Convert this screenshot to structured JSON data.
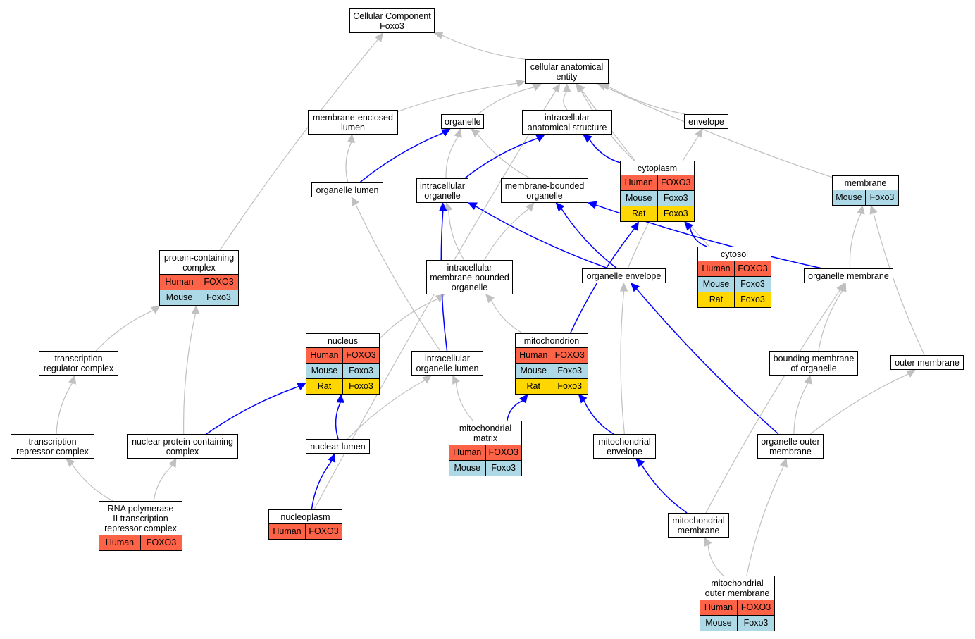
{
  "colors": {
    "is_a_edge": "#c0c0c0",
    "part_of_edge": "#0000ff",
    "human": "#ff6347",
    "mouse": "#add8e6",
    "rat": "#ffd700",
    "node_border": "#000000"
  },
  "nodes": [
    {
      "id": "root",
      "lines": [
        "Cellular Component",
        "Foxo3"
      ],
      "rows": []
    },
    {
      "id": "cae",
      "lines": [
        "cellular anatomical",
        "entity"
      ],
      "rows": []
    },
    {
      "id": "mel",
      "lines": [
        "membrane-enclosed",
        "lumen"
      ],
      "rows": []
    },
    {
      "id": "organelle",
      "lines": [
        "organelle"
      ],
      "rows": []
    },
    {
      "id": "ias",
      "lines": [
        "intracellular",
        "anatomical structure"
      ],
      "rows": []
    },
    {
      "id": "envelope",
      "lines": [
        "envelope"
      ],
      "rows": []
    },
    {
      "id": "olumen",
      "lines": [
        "organelle lumen"
      ],
      "rows": []
    },
    {
      "id": "iorg",
      "lines": [
        "intracellular",
        "organelle"
      ],
      "rows": []
    },
    {
      "id": "mbo",
      "lines": [
        "membrane-bounded",
        "organelle"
      ],
      "rows": []
    },
    {
      "id": "cytoplasm",
      "lines": [
        "cytoplasm"
      ],
      "rows": [
        {
          "species": "Human",
          "gene": "FOXO3"
        },
        {
          "species": "Mouse",
          "gene": "Foxo3"
        },
        {
          "species": "Rat",
          "gene": "Foxo3"
        }
      ]
    },
    {
      "id": "membrane",
      "lines": [
        "membrane"
      ],
      "rows": [
        {
          "species": "Mouse",
          "gene": "Foxo3"
        }
      ]
    },
    {
      "id": "pcc",
      "lines": [
        "protein-containing",
        "complex"
      ],
      "rows": [
        {
          "species": "Human",
          "gene": "FOXO3"
        },
        {
          "species": "Mouse",
          "gene": "Foxo3"
        }
      ]
    },
    {
      "id": "imbo",
      "lines": [
        "intracellular",
        "membrane-bounded",
        "organelle"
      ],
      "rows": []
    },
    {
      "id": "oenv",
      "lines": [
        "organelle envelope"
      ],
      "rows": []
    },
    {
      "id": "cytosol",
      "lines": [
        "cytosol"
      ],
      "rows": [
        {
          "species": "Human",
          "gene": "FOXO3"
        },
        {
          "species": "Mouse",
          "gene": "Foxo3"
        },
        {
          "species": "Rat",
          "gene": "Foxo3"
        }
      ]
    },
    {
      "id": "omem",
      "lines": [
        "organelle membrane"
      ],
      "rows": []
    },
    {
      "id": "trc",
      "lines": [
        "transcription",
        "regulator complex"
      ],
      "rows": []
    },
    {
      "id": "nucleus",
      "lines": [
        "nucleus"
      ],
      "rows": [
        {
          "species": "Human",
          "gene": "FOXO3"
        },
        {
          "species": "Mouse",
          "gene": "Foxo3"
        },
        {
          "species": "Rat",
          "gene": "Foxo3"
        }
      ]
    },
    {
      "id": "iol",
      "lines": [
        "intracellular",
        "organelle lumen"
      ],
      "rows": []
    },
    {
      "id": "mito",
      "lines": [
        "mitochondrion"
      ],
      "rows": [
        {
          "species": "Human",
          "gene": "FOXO3"
        },
        {
          "species": "Mouse",
          "gene": "Foxo3"
        },
        {
          "species": "Rat",
          "gene": "Foxo3"
        }
      ]
    },
    {
      "id": "bmo",
      "lines": [
        "bounding membrane",
        "of organelle"
      ],
      "rows": []
    },
    {
      "id": "outermem",
      "lines": [
        "outer membrane"
      ],
      "rows": []
    },
    {
      "id": "trepc",
      "lines": [
        "transcription",
        "repressor complex"
      ],
      "rows": []
    },
    {
      "id": "npcc",
      "lines": [
        "nuclear protein-containing",
        "complex"
      ],
      "rows": []
    },
    {
      "id": "nlumen",
      "lines": [
        "nuclear lumen"
      ],
      "rows": []
    },
    {
      "id": "mmatrix",
      "lines": [
        "mitochondrial",
        "matrix"
      ],
      "rows": [
        {
          "species": "Human",
          "gene": "FOXO3"
        },
        {
          "species": "Mouse",
          "gene": "Foxo3"
        }
      ]
    },
    {
      "id": "menv",
      "lines": [
        "mitochondrial",
        "envelope"
      ],
      "rows": []
    },
    {
      "id": "oom",
      "lines": [
        "organelle outer",
        "membrane"
      ],
      "rows": []
    },
    {
      "id": "rnapol",
      "lines": [
        "RNA polymerase",
        "II transcription",
        "repressor complex"
      ],
      "rows": [
        {
          "species": "Human",
          "gene": "FOXO3"
        }
      ]
    },
    {
      "id": "nucleoplasm",
      "lines": [
        "nucleoplasm"
      ],
      "rows": [
        {
          "species": "Human",
          "gene": "FOXO3"
        }
      ]
    },
    {
      "id": "mmem",
      "lines": [
        "mitochondrial",
        "membrane"
      ],
      "rows": []
    },
    {
      "id": "mom",
      "lines": [
        "mitochondrial",
        "outer membrane"
      ],
      "rows": [
        {
          "species": "Human",
          "gene": "FOXO3"
        },
        {
          "species": "Mouse",
          "gene": "Foxo3"
        }
      ]
    }
  ],
  "edges": [
    {
      "from": "cae",
      "to": "root",
      "type": "is_a"
    },
    {
      "from": "pcc",
      "to": "root",
      "type": "is_a"
    },
    {
      "from": "mel",
      "to": "cae",
      "type": "is_a"
    },
    {
      "from": "organelle",
      "to": "cae",
      "type": "is_a"
    },
    {
      "from": "ias",
      "to": "cae",
      "type": "is_a"
    },
    {
      "from": "envelope",
      "to": "cae",
      "type": "is_a"
    },
    {
      "from": "cytoplasm",
      "to": "cae",
      "type": "is_a"
    },
    {
      "from": "membrane",
      "to": "cae",
      "type": "is_a"
    },
    {
      "from": "cytosol",
      "to": "cae",
      "type": "is_a"
    },
    {
      "from": "nucleoplasm",
      "to": "cae",
      "type": "is_a"
    },
    {
      "from": "olumen",
      "to": "mel",
      "type": "is_a"
    },
    {
      "from": "olumen",
      "to": "organelle",
      "type": "part_of"
    },
    {
      "from": "iorg",
      "to": "organelle",
      "type": "is_a"
    },
    {
      "from": "iorg",
      "to": "ias",
      "type": "part_of"
    },
    {
      "from": "mbo",
      "to": "organelle",
      "type": "is_a"
    },
    {
      "from": "cytoplasm",
      "to": "ias",
      "type": "part_of"
    },
    {
      "from": "imbo",
      "to": "iorg",
      "type": "is_a"
    },
    {
      "from": "imbo",
      "to": "mbo",
      "type": "is_a"
    },
    {
      "from": "oenv",
      "to": "iorg",
      "type": "part_of"
    },
    {
      "from": "oenv",
      "to": "mbo",
      "type": "part_of"
    },
    {
      "from": "oenv",
      "to": "envelope",
      "type": "is_a"
    },
    {
      "from": "cytosol",
      "to": "cytoplasm",
      "type": "part_of"
    },
    {
      "from": "omem",
      "to": "membrane",
      "type": "is_a"
    },
    {
      "from": "omem",
      "to": "mbo",
      "type": "part_of"
    },
    {
      "from": "trc",
      "to": "pcc",
      "type": "is_a"
    },
    {
      "from": "npcc",
      "to": "pcc",
      "type": "is_a"
    },
    {
      "from": "nucleus",
      "to": "imbo",
      "type": "is_a"
    },
    {
      "from": "iol",
      "to": "olumen",
      "type": "is_a"
    },
    {
      "from": "iol",
      "to": "iorg",
      "type": "part_of"
    },
    {
      "from": "mito",
      "to": "imbo",
      "type": "is_a"
    },
    {
      "from": "mito",
      "to": "cytoplasm",
      "type": "part_of"
    },
    {
      "from": "bmo",
      "to": "omem",
      "type": "is_a"
    },
    {
      "from": "outermem",
      "to": "membrane",
      "type": "is_a"
    },
    {
      "from": "trepc",
      "to": "trc",
      "type": "is_a"
    },
    {
      "from": "npcc",
      "to": "nucleus",
      "type": "part_of"
    },
    {
      "from": "nlumen",
      "to": "nucleus",
      "type": "part_of"
    },
    {
      "from": "nlumen",
      "to": "iol",
      "type": "is_a"
    },
    {
      "from": "mmatrix",
      "to": "iol",
      "type": "is_a"
    },
    {
      "from": "mmatrix",
      "to": "mito",
      "type": "part_of"
    },
    {
      "from": "menv",
      "to": "mito",
      "type": "part_of"
    },
    {
      "from": "menv",
      "to": "oenv",
      "type": "is_a"
    },
    {
      "from": "oom",
      "to": "oenv",
      "type": "part_of"
    },
    {
      "from": "oom",
      "to": "bmo",
      "type": "is_a"
    },
    {
      "from": "oom",
      "to": "outermem",
      "type": "is_a"
    },
    {
      "from": "rnapol",
      "to": "trepc",
      "type": "is_a"
    },
    {
      "from": "rnapol",
      "to": "npcc",
      "type": "is_a"
    },
    {
      "from": "nucleoplasm",
      "to": "nlumen",
      "type": "part_of"
    },
    {
      "from": "mmem",
      "to": "menv",
      "type": "part_of"
    },
    {
      "from": "mmem",
      "to": "omem",
      "type": "is_a"
    },
    {
      "from": "mom",
      "to": "mmem",
      "type": "is_a"
    },
    {
      "from": "mom",
      "to": "oom",
      "type": "is_a"
    }
  ]
}
